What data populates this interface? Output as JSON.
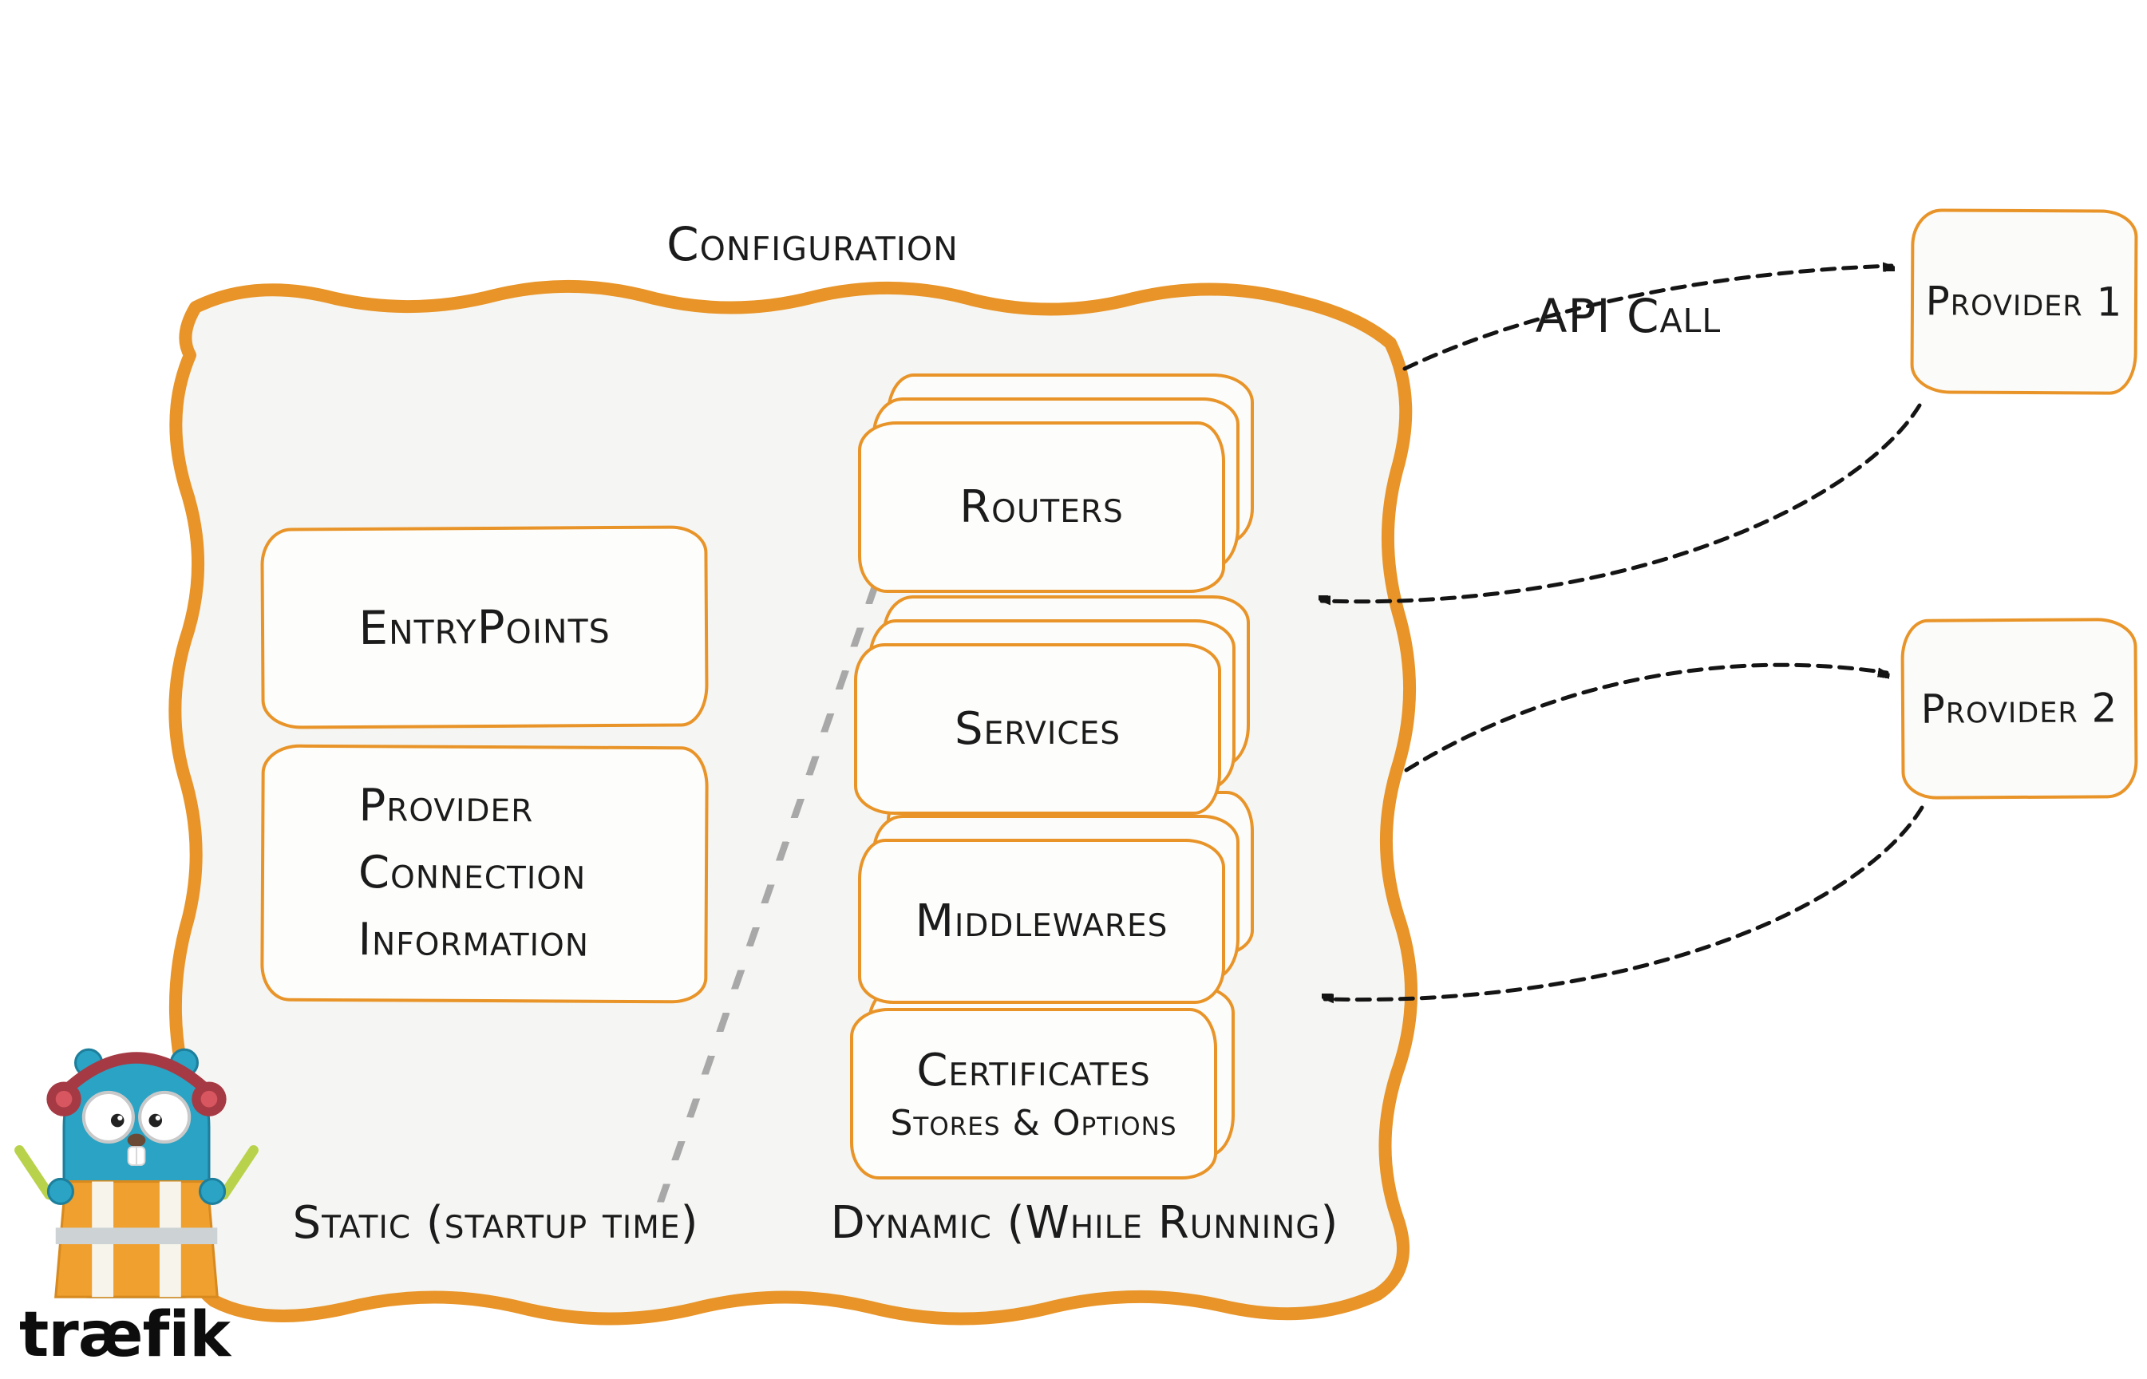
{
  "title": "Configuration",
  "static_column": {
    "entrypoints_label": "EntryPoints",
    "provider_connection_lines": [
      "Provider",
      "Connection",
      "Information"
    ],
    "footer": "Static (startup time)"
  },
  "dynamic_column": {
    "stacks": [
      {
        "label": "Routers"
      },
      {
        "label": "Services"
      },
      {
        "label": "Middlewares"
      },
      {
        "label": "Certificates",
        "sublabel": "Stores & Options"
      }
    ],
    "footer": "Dynamic (While Running)"
  },
  "api_call_label": "API Call",
  "providers": [
    {
      "label": "Provider 1"
    },
    {
      "label": "Provider 2"
    }
  ],
  "logo": {
    "wordmark": "træfik"
  },
  "colors": {
    "accent_orange": "#E89428",
    "panel_fill": "#F5F5F3",
    "card_fill": "#FDFDFB",
    "arrow_black": "#141414",
    "text": "#1B1B1B",
    "logo_teal": "#2BA3C4",
    "vest_orange": "#EFA02F",
    "headphone_red": "#A63A44",
    "glowstick_green": "#B9D24B"
  }
}
